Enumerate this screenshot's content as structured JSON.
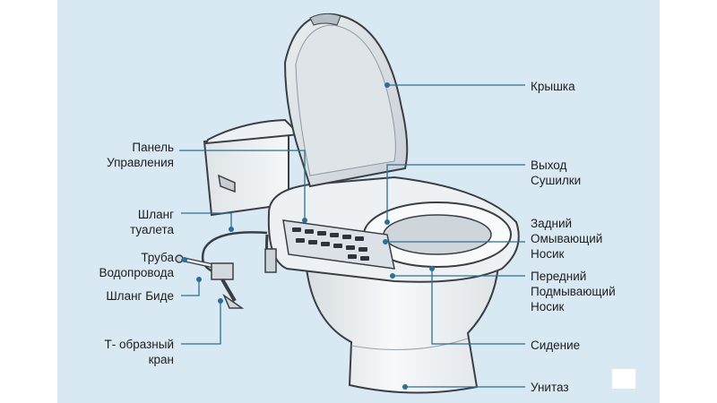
{
  "labels": {
    "cover": "Крышка",
    "dryer_outlet": "Выход\nСушилки",
    "rear_nozzle": "Задний\nОмывающий\nНосик",
    "front_nozzle": "Передний\nПодмывающий\nНосик",
    "seat": "Сидение",
    "bowl": "Унитаз",
    "control_panel": "Панель\nУправления",
    "toilet_hose": "Шланг\nтуалета",
    "water_pipe": "Труба\nВодопровода",
    "bidet_hose": "Шланг Биде",
    "tee_valve": "Т- образный\nкран"
  },
  "colors": {
    "background_panel": "#d9e9f4",
    "leader_line": "#2b6f96",
    "ceramic": "#f3f5f7",
    "outline": "#3a3f44"
  }
}
